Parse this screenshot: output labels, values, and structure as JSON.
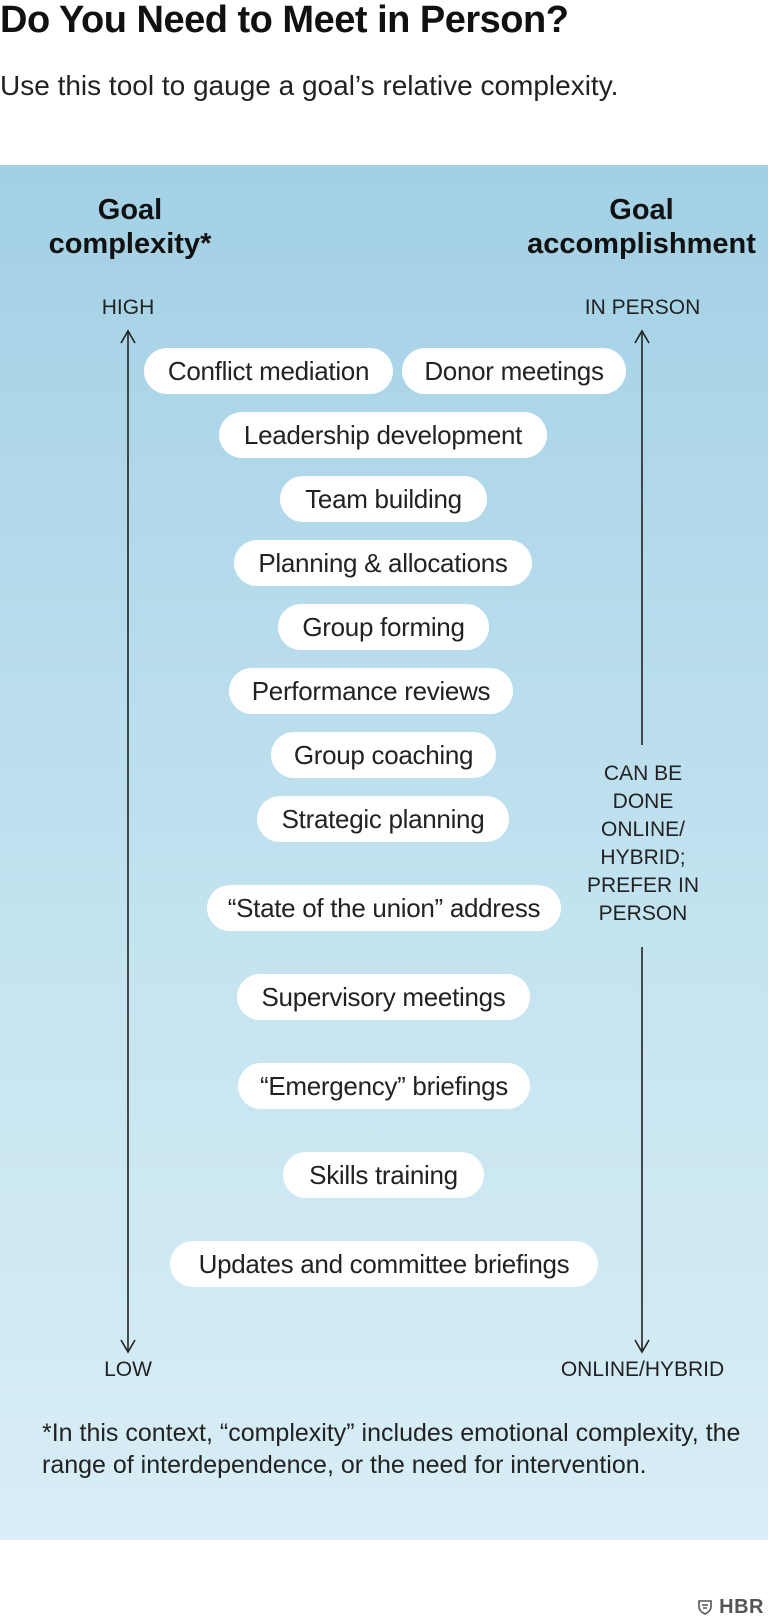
{
  "title": "Do You Need to Meet in Person?",
  "subtitle": "Use this tool to gauge a goal’s relative complexity.",
  "left_column": {
    "heading": "Goal\ncomplexity*",
    "top_label": "HIGH",
    "bottom_label": "LOW"
  },
  "right_column": {
    "heading": "Goal\naccomplishment",
    "top_label": "IN PERSON",
    "middle_label": "CAN BE\nDONE\nONLINE/\nHYBRID;\nPREFER IN\nPERSON",
    "bottom_label": "ONLINE/HYBRID"
  },
  "goals": [
    "Conflict mediation",
    "Donor meetings",
    "Leadership development",
    "Team building",
    "Planning & allocations",
    "Group forming",
    "Performance reviews",
    "Group coaching",
    "Strategic planning",
    "“State of the union” address",
    "Supervisory meetings",
    "“Emergency” briefings",
    "Skills training",
    "Updates and committee briefings"
  ],
  "footnote": "*In this context, “complexity” includes emotional complexity, the range of interdependence, or the need for intervention.",
  "logo": "HBR",
  "colors": {
    "panel_top": "#a3d0e5",
    "panel_bottom": "#d9eef6",
    "pill": "#ffffff"
  }
}
